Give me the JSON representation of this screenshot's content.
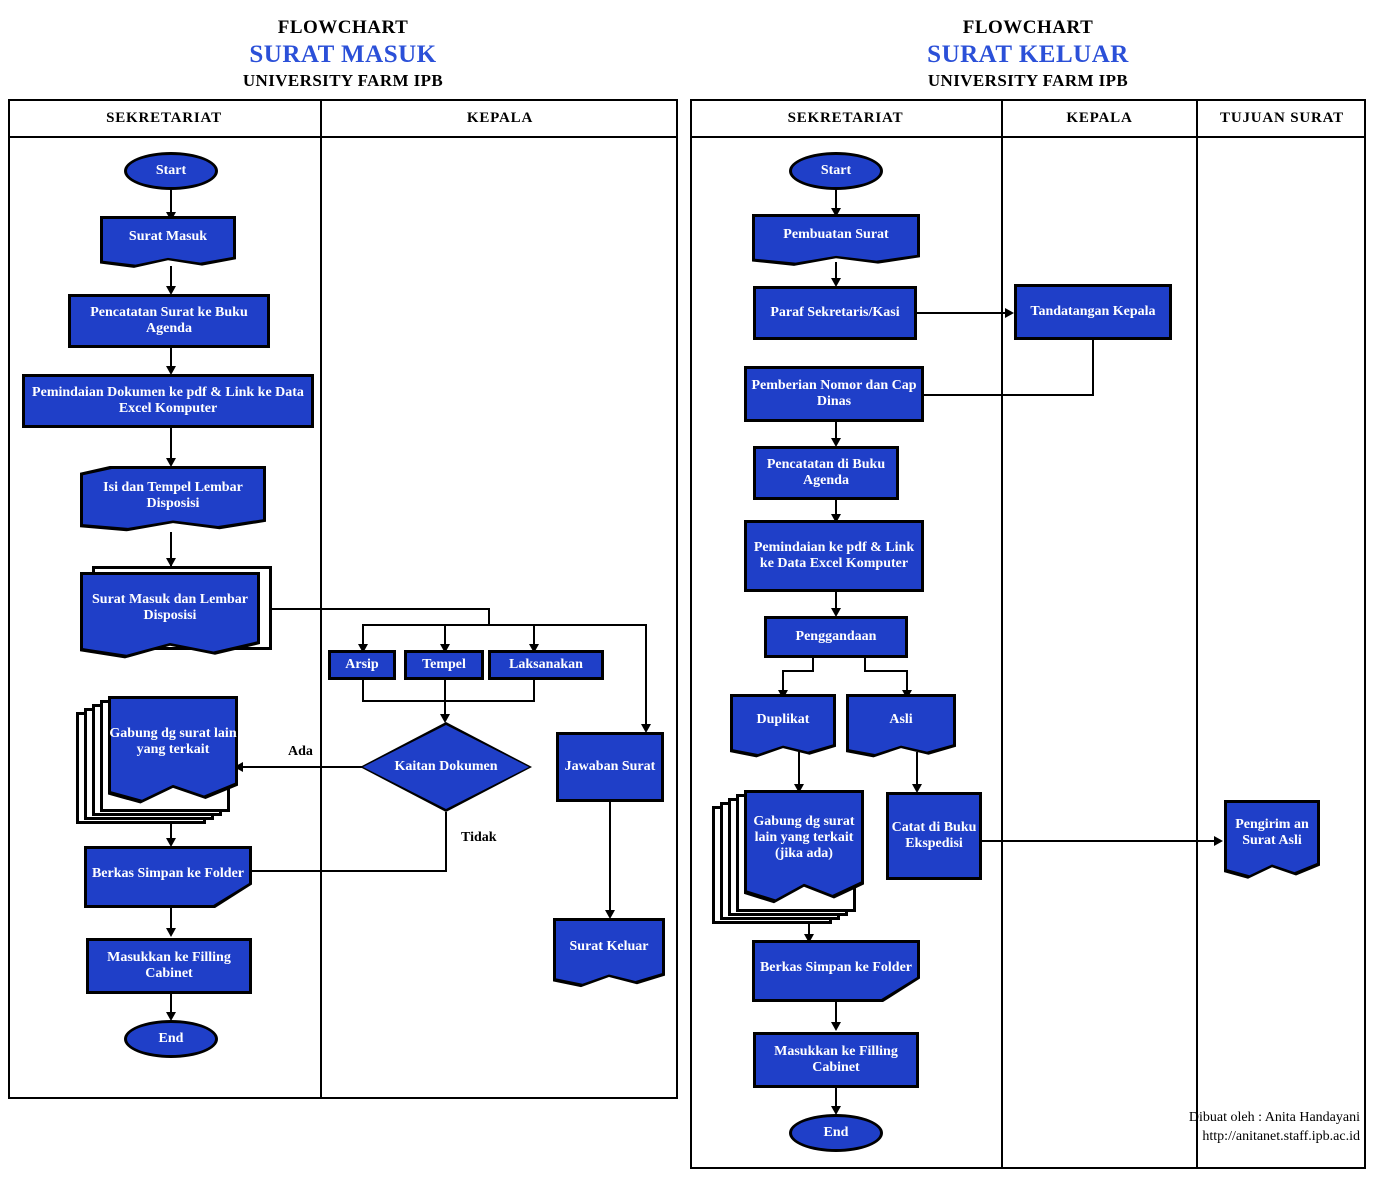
{
  "charts": [
    {
      "id": "surat-masuk",
      "title_line1": "FLOWCHART",
      "title_line2": "SURAT MASUK",
      "title_line3": "UNIVERSITY FARM IPB",
      "lanes": [
        "SEKRETARIAT",
        "KEPALA"
      ],
      "nodes": {
        "start": "Start",
        "surat_masuk": "Surat Masuk",
        "pencatatan": "Pencatatan Surat ke Buku Agenda",
        "pemindaian": "Pemindaian Dokumen ke pdf & Link ke Data Excel Komputer",
        "disposisi": "Isi dan Tempel Lembar Disposisi",
        "surat_lembar": "Surat Masuk dan Lembar Disposisi",
        "arsip": "Arsip",
        "tempel": "Tempel",
        "laksanakan": "Laksanakan",
        "kaitan": "Kaitan Dokumen",
        "gabung": "Gabung dg surat lain yang terkait",
        "jawaban": "Jawaban Surat",
        "berkas": "Berkas Simpan ke Folder",
        "masukkan": "Masukkan ke Filling Cabinet",
        "surat_keluar": "Surat Keluar",
        "end": "End"
      },
      "edge_labels": {
        "ada": "Ada",
        "tidak": "Tidak"
      }
    },
    {
      "id": "surat-keluar",
      "title_line1": "FLOWCHART",
      "title_line2": "SURAT KELUAR",
      "title_line3": "UNIVERSITY FARM IPB",
      "lanes": [
        "SEKRETARIAT",
        "KEPALA",
        "TUJUAN SURAT"
      ],
      "nodes": {
        "start": "Start",
        "pembuatan": "Pembuatan Surat",
        "paraf": "Paraf Sekretaris/Kasi",
        "tandatangan": "Tandatangan Kepala",
        "pemberian": "Pemberian Nomor dan Cap Dinas",
        "pencatatan": "Pencatatan di Buku Agenda",
        "pemindaian": "Pemindaian ke pdf & Link ke Data Excel Komputer",
        "penggandaan": "Penggandaan",
        "duplikat": "Duplikat",
        "asli": "Asli",
        "gabung": "Gabung dg surat lain yang terkait (jika ada)",
        "catat": "Catat di Buku Ekspedisi",
        "pengiriman": "Pengirim an Surat Asli",
        "berkas": "Berkas Simpan ke Folder",
        "masukkan": "Masukkan ke Filling Cabinet",
        "end": "End"
      }
    }
  ],
  "footer": {
    "line1": "Dibuat oleh : Anita Handayani",
    "line2": "http://anitanet.staff.ipb.ac.id"
  },
  "colors": {
    "node_fill": "#1f3fc8",
    "node_text": "#ffffff",
    "accent_title": "#2b50d8",
    "outline": "#000000",
    "background": "#ffffff"
  }
}
